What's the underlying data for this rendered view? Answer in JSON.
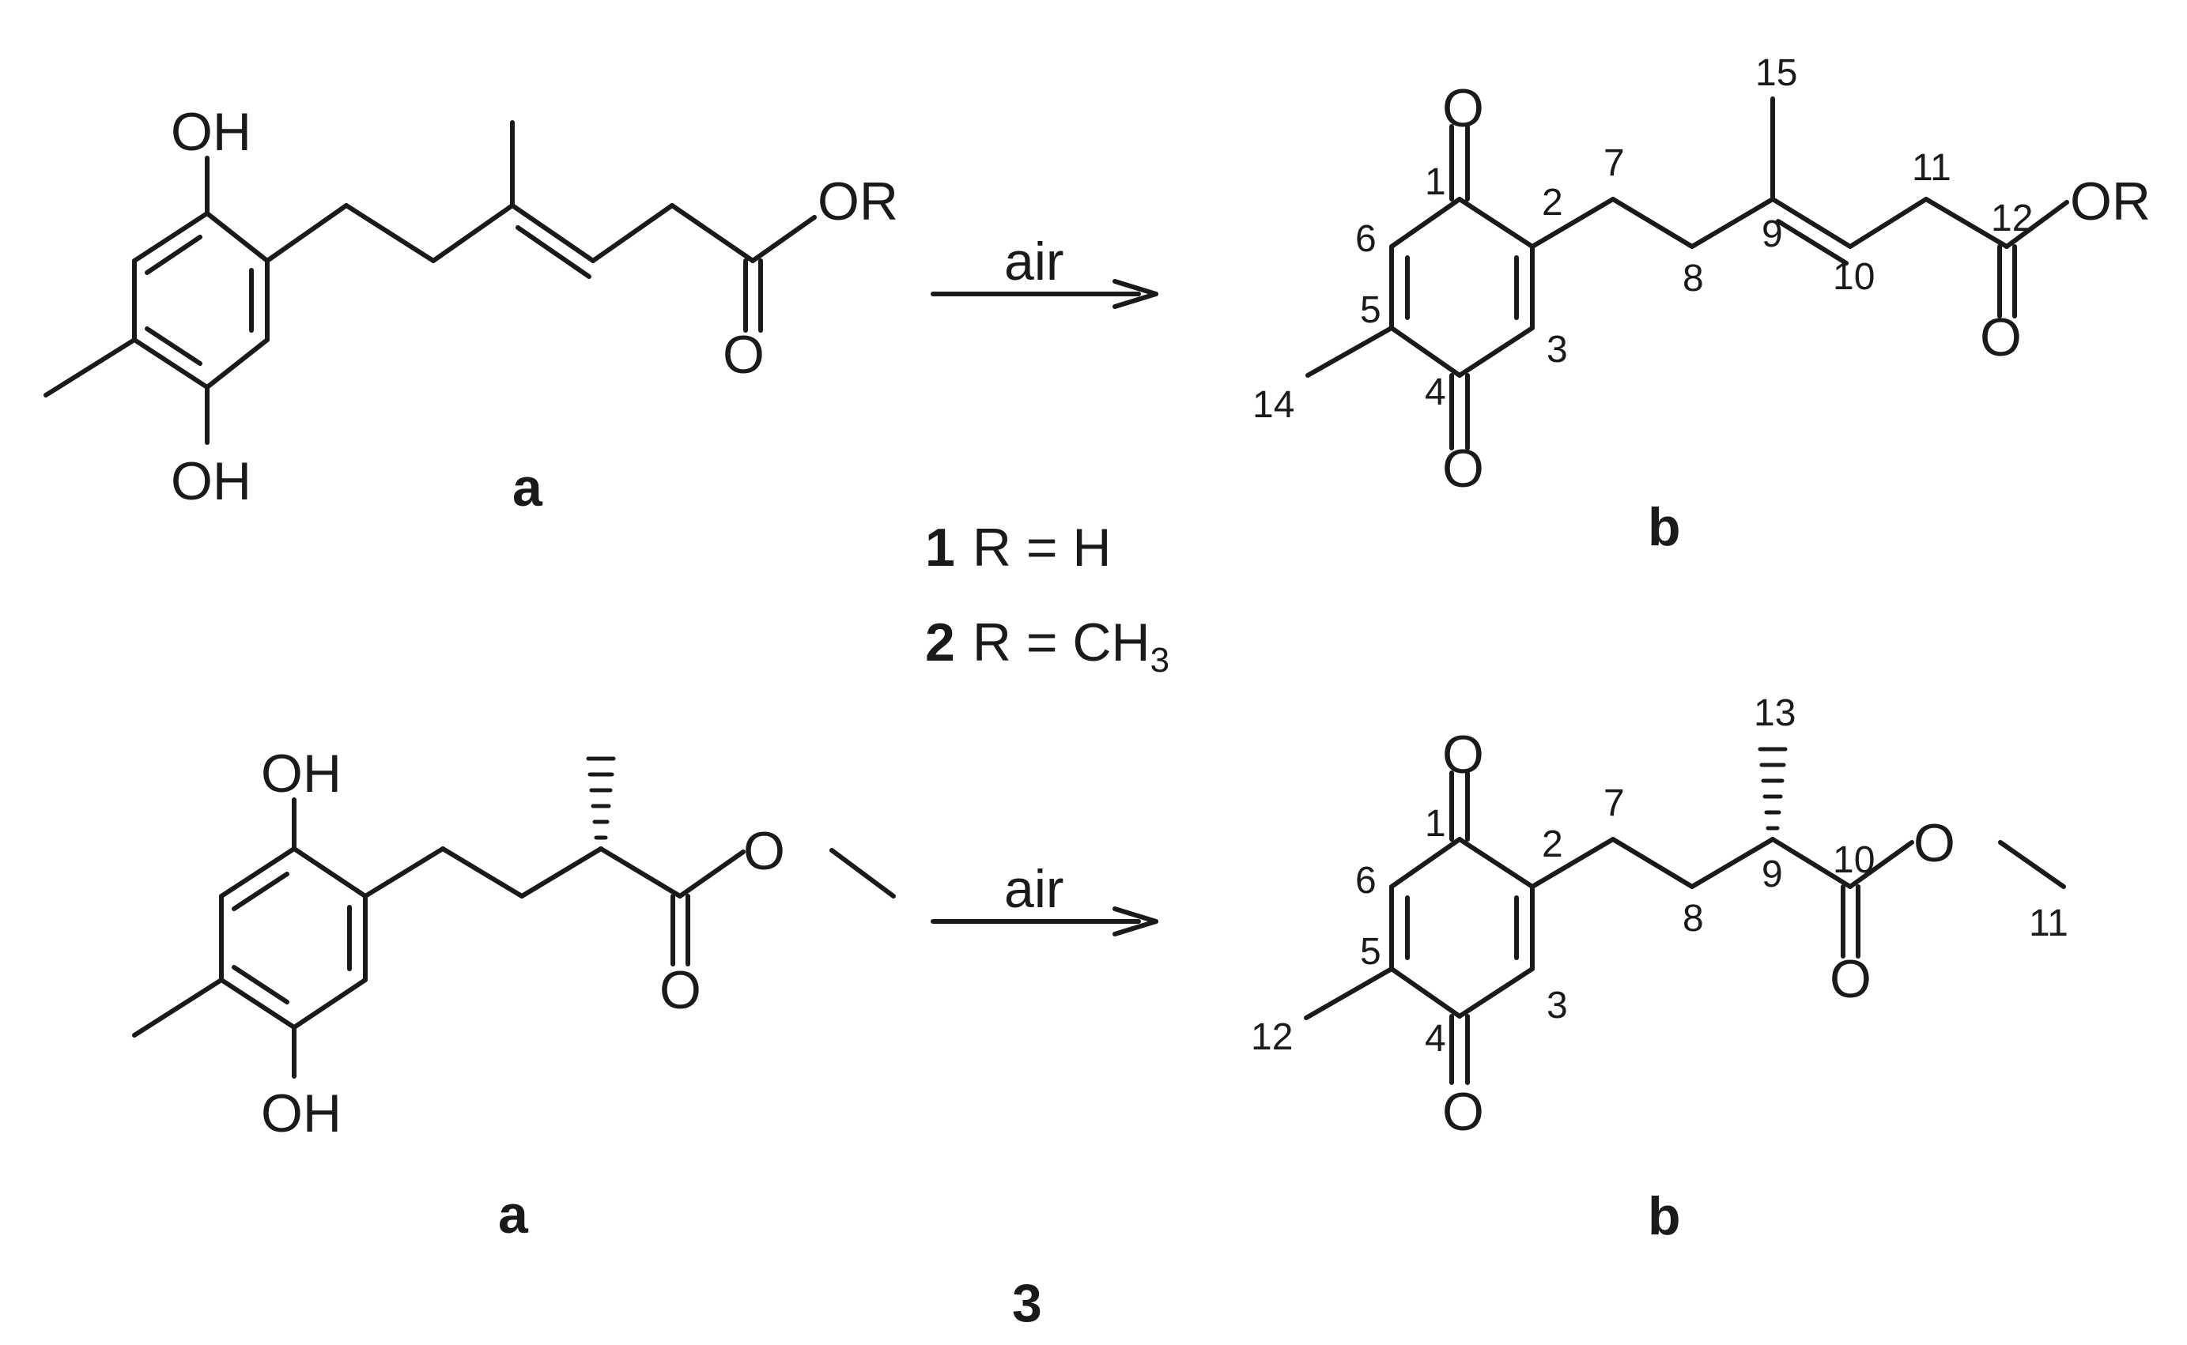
{
  "reagent": "air",
  "substituent_r": "R",
  "atoms": {
    "oh": "OH",
    "or": "OR",
    "o": "O"
  },
  "structure_labels": {
    "hydroquinone": "a",
    "quinone": "b"
  },
  "compounds": {
    "c1": {
      "id": "1",
      "eq": "R = H"
    },
    "c2": {
      "id": "2",
      "eq": "R = CH",
      "sub": "3"
    },
    "c3": {
      "id": "3"
    }
  },
  "numbering_top": {
    "n1": "1",
    "n2": "2",
    "n3": "3",
    "n4": "4",
    "n5": "5",
    "n6": "6",
    "n7": "7",
    "n8": "8",
    "n9": "9",
    "n10": "10",
    "n11": "11",
    "n12": "12",
    "n14": "14",
    "n15": "15"
  },
  "numbering_bottom": {
    "n1": "1",
    "n2": "2",
    "n3": "3",
    "n4": "4",
    "n5": "5",
    "n6": "6",
    "n7": "7",
    "n8": "8",
    "n9": "9",
    "n10": "10",
    "n11": "11",
    "n12": "12",
    "n13": "13"
  }
}
